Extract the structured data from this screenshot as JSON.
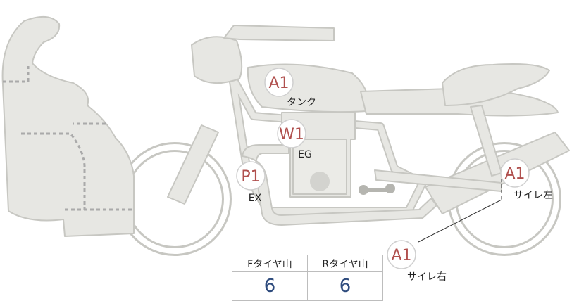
{
  "badges": [
    {
      "id": "tank",
      "code": "A1",
      "label": "タンク"
    },
    {
      "id": "eg",
      "code": "W1",
      "label": "EG"
    },
    {
      "id": "ex",
      "code": "P1",
      "label": "EX"
    },
    {
      "id": "side-left",
      "code": "A1",
      "label": "サイレ左"
    },
    {
      "id": "side-right",
      "code": "A1",
      "label": "サイレ右"
    }
  ],
  "tire_table": {
    "headers": [
      "Fタイヤ山",
      "Rタイヤ山"
    ],
    "values": [
      "6",
      "6"
    ]
  },
  "colors": {
    "bike_fill": "#e7e7e3",
    "bike_stroke": "#c7c7c2",
    "badge_text": "#b0504e",
    "value_text": "#2e4b7d"
  }
}
